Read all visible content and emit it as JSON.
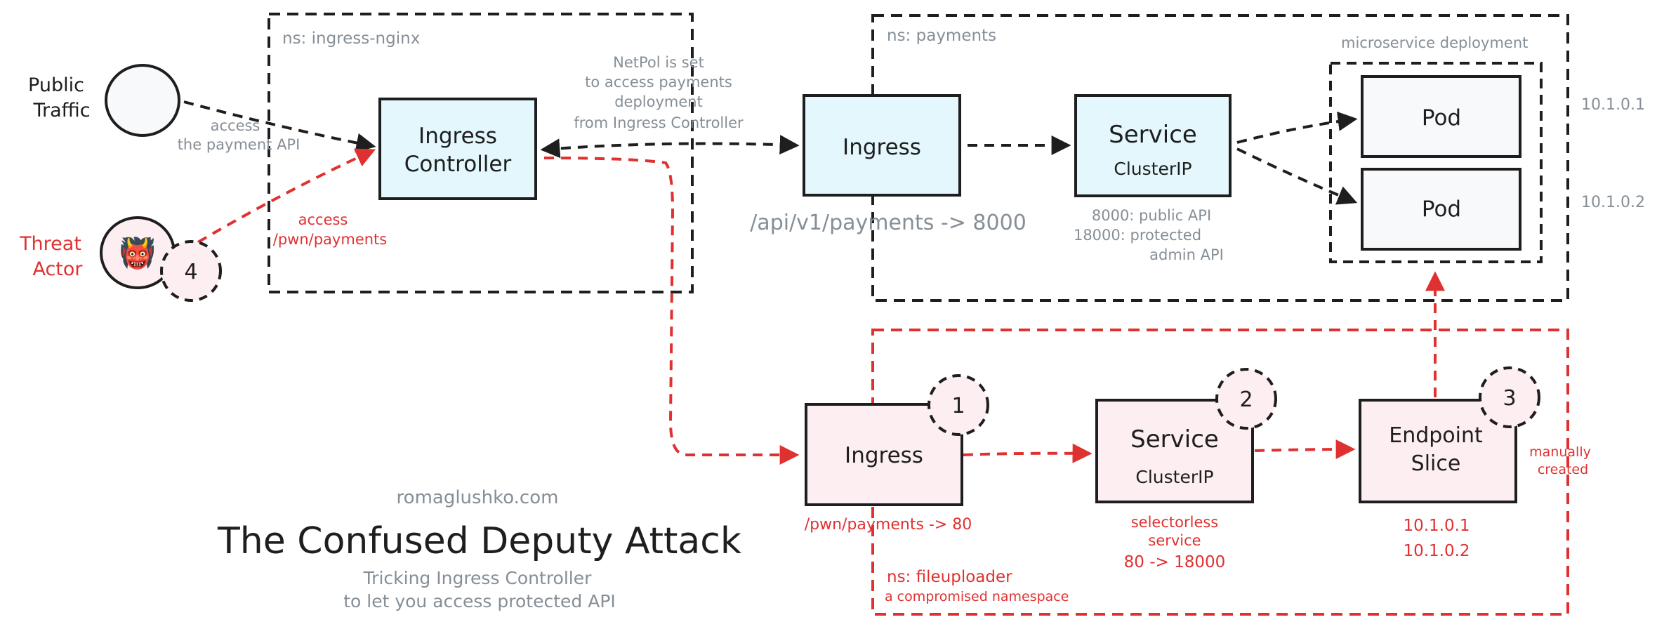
{
  "colors": {
    "ink": "#1e1e1e",
    "red": "#e03131",
    "gray": "#868e96",
    "blue_fill": "#e3f7fc",
    "pink_fill": "#fdeef1",
    "pod_fill": "#f8f9fa"
  },
  "labels": {
    "public_traffic_1": "Public",
    "public_traffic_2": "Traffic",
    "threat_actor_1": "Threat",
    "threat_actor_2": "Actor",
    "threat_actor_emoji": "👹",
    "ns_ingress": "ns: ingress-nginx",
    "ns_payments": "ns: payments",
    "ns_fileuploader": "ns: fileuploader",
    "compromised": "a compromised namespace",
    "microservice": "microservice deployment",
    "ingress_controller_1": "Ingress",
    "ingress_controller_2": "Controller",
    "ingress_payments": "Ingress",
    "service_payments": "Service",
    "service_payments_sub": "ClusterIP",
    "pod_1": "Pod",
    "pod_2": "Pod",
    "ip_1": "10.1.0.1",
    "ip_2": "10.1.0.2",
    "ingress_fileup": "Ingress",
    "service_fileup": "Service",
    "service_fileup_sub": "ClusterIP",
    "endpoint_1": "Endpoint",
    "endpoint_2": "Slice",
    "step_1": "1",
    "step_2": "2",
    "step_3": "3",
    "step_4": "4",
    "access_1": "access",
    "access_2": "the payment API",
    "attack_1": "access",
    "attack_2": "/pwn/payments",
    "netpol_1": "NetPol is set",
    "netpol_2": "to access payments",
    "netpol_3": "deployment",
    "netpol_4": "from Ingress Controller",
    "route_payments": "/api/v1/payments -> 8000",
    "ports_1": "8000: public API",
    "ports_2": "18000: protected",
    "ports_3": "admin API",
    "route_pwn": "/pwn/payments -> 80",
    "selectorless_1": "selectorless",
    "selectorless_2": "service",
    "selectorless_3": "80 -> 18000",
    "eps_ip_1": "10.1.0.1",
    "eps_ip_2": "10.1.0.2",
    "manual_1": "manually",
    "manual_2": "created",
    "site": "romaglushko.com",
    "title": "The Confused Deputy Attack",
    "subtitle_1": "Tricking Ingress Controller",
    "subtitle_2": "to let you access protected API"
  }
}
